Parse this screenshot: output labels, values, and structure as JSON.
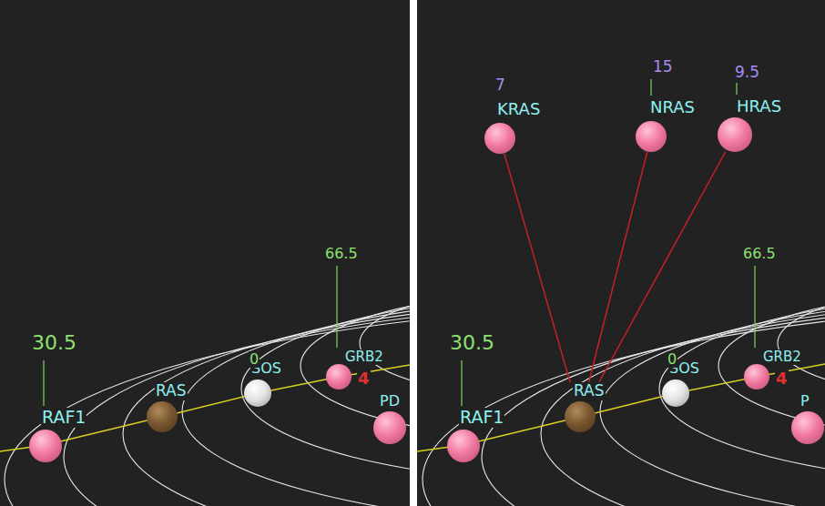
{
  "diagram": {
    "nodes": [
      {
        "text": [
          "RAF1"
        ]
      },
      {
        "text": [
          "RAS"
        ]
      },
      {
        "text": [
          "SOS"
        ]
      },
      {
        "text": [
          "GRB2"
        ]
      },
      {
        "text": [
          "PD"
        ]
      },
      {
        "text": [
          "KRAS"
        ]
      },
      {
        "text": [
          "NRAS"
        ]
      },
      {
        "text": [
          "HRAS"
        ]
      },
      {
        "text": [
          "RAF1"
        ]
      },
      {
        "text": [
          "RAS"
        ]
      },
      {
        "text": [
          "SOS"
        ]
      },
      {
        "text": [
          "GRB2"
        ]
      },
      {
        "text": [
          "P"
        ]
      }
    ],
    "edges": [
      {
        "from": 9,
        "to": 5,
        "arrow": "none"
      },
      {
        "from": 9,
        "to": 6,
        "arrow": "none"
      },
      {
        "from": 9,
        "to": 7,
        "arrow": "none"
      }
    ],
    "labels": [
      "30.5",
      "0",
      "66.5",
      "4",
      "7",
      "15",
      "9.5",
      "30.5",
      "0",
      "66.5",
      "4"
    ]
  }
}
